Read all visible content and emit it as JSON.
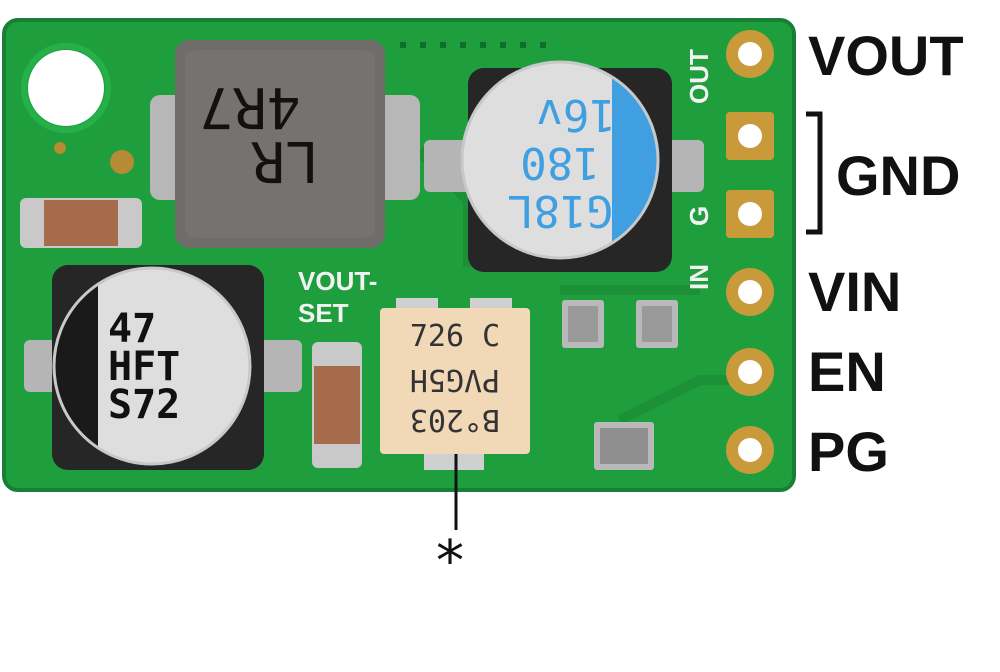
{
  "pin_labels": [
    "VOUT",
    "GND",
    "VIN",
    "EN",
    "PG"
  ],
  "silkscreen": {
    "out": "OUT",
    "g": "G",
    "in": "IN",
    "vout_set": [
      "VOUT-",
      "SET"
    ]
  },
  "inductor_marking": [
    "4R7",
    "LR"
  ],
  "output_cap_marking": [
    "16v",
    "180",
    "G18L"
  ],
  "input_cap_marking": [
    "47",
    "HFT",
    "S72"
  ],
  "trimpot_marking": [
    "726 C",
    "PVG5H",
    "B°203"
  ],
  "annotation_symbol": "*",
  "colors": {
    "pcb": "#1f9e3e",
    "pad_gold": "#c99a3a",
    "cap_band_blue": "#3f9fe0",
    "trimpot": "#f1d9b8"
  }
}
